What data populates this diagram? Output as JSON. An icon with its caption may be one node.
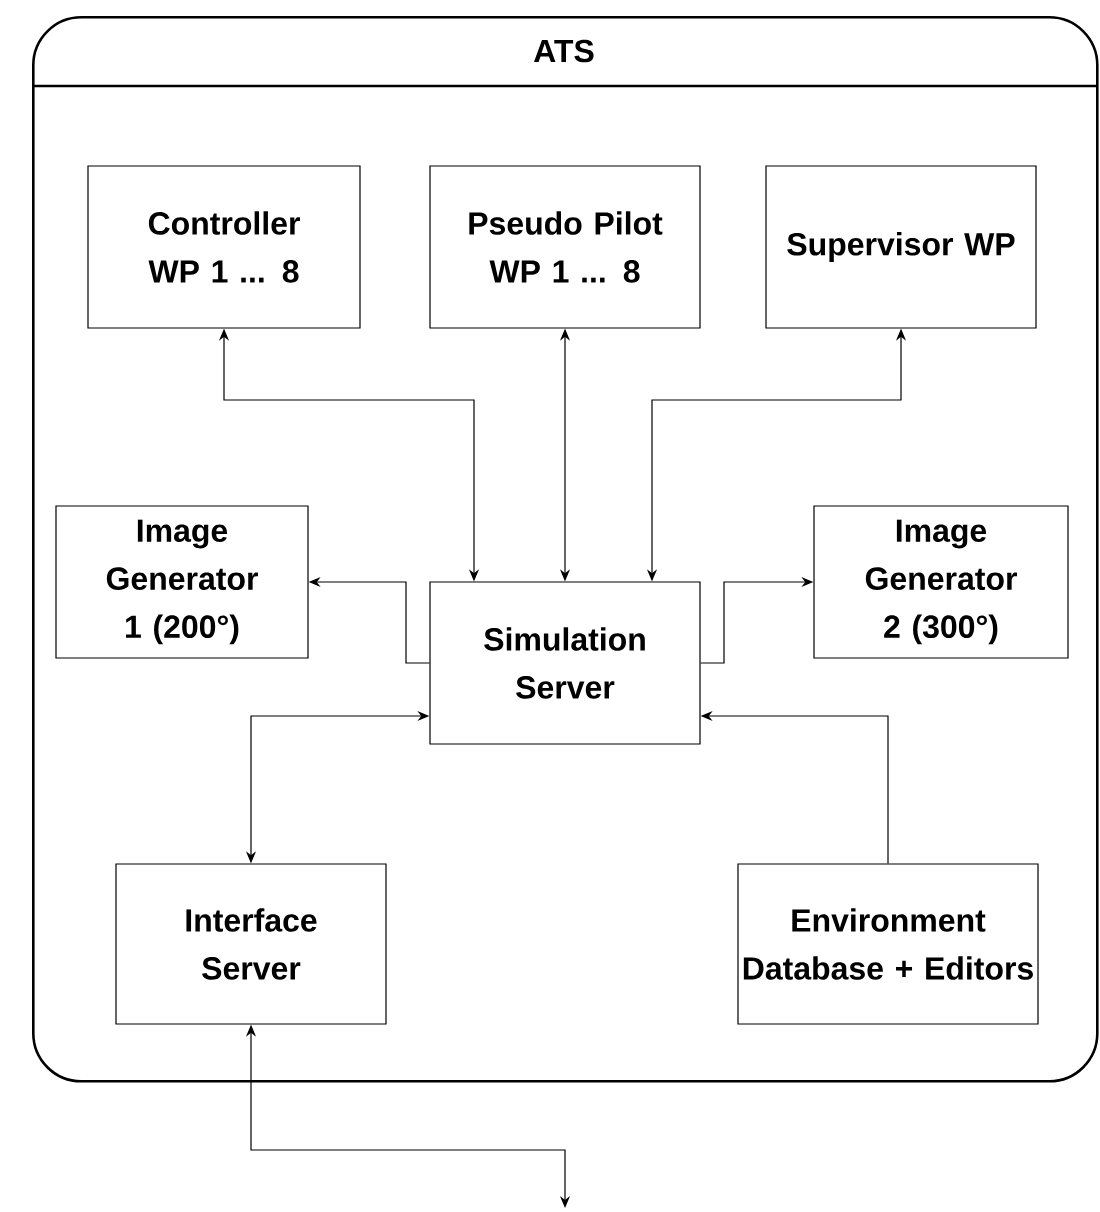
{
  "diagram": {
    "nodes": [
      {
        "text": [
          "ATS"
        ]
      },
      {
        "text": [
          "Controller WP 1 ... 8"
        ],
        "in": 0
      },
      {
        "text": [
          "Pseudo Pilot WP 1 ... 8"
        ],
        "in": 0
      },
      {
        "text": [
          "Supervisor WP"
        ],
        "in": 0
      },
      {
        "text": [
          "Image Generator 1 (200°)"
        ],
        "in": 0
      },
      {
        "text": [
          "Simulation Server"
        ],
        "in": 0
      },
      {
        "text": [
          "Image Generator 2 (300°)"
        ],
        "in": 0
      },
      {
        "text": [
          "Interface Server"
        ],
        "in": 0
      },
      {
        "text": [
          "Environment Database + Editors"
        ],
        "in": 0
      }
    ],
    "edges": [
      {
        "from": 1,
        "to": 5,
        "arrow": "both"
      },
      {
        "from": 2,
        "to": 5,
        "arrow": "both"
      },
      {
        "from": 3,
        "to": 5,
        "arrow": "both"
      },
      {
        "from": 5,
        "to": 4,
        "arrow": "to"
      },
      {
        "from": 5,
        "to": 6,
        "arrow": "to"
      },
      {
        "from": 7,
        "to": 5,
        "arrow": "both"
      },
      {
        "from": 8,
        "to": 5,
        "arrow": "to"
      },
      {
        "from": 7,
        "to": null,
        "arrow": "both"
      }
    ]
  }
}
